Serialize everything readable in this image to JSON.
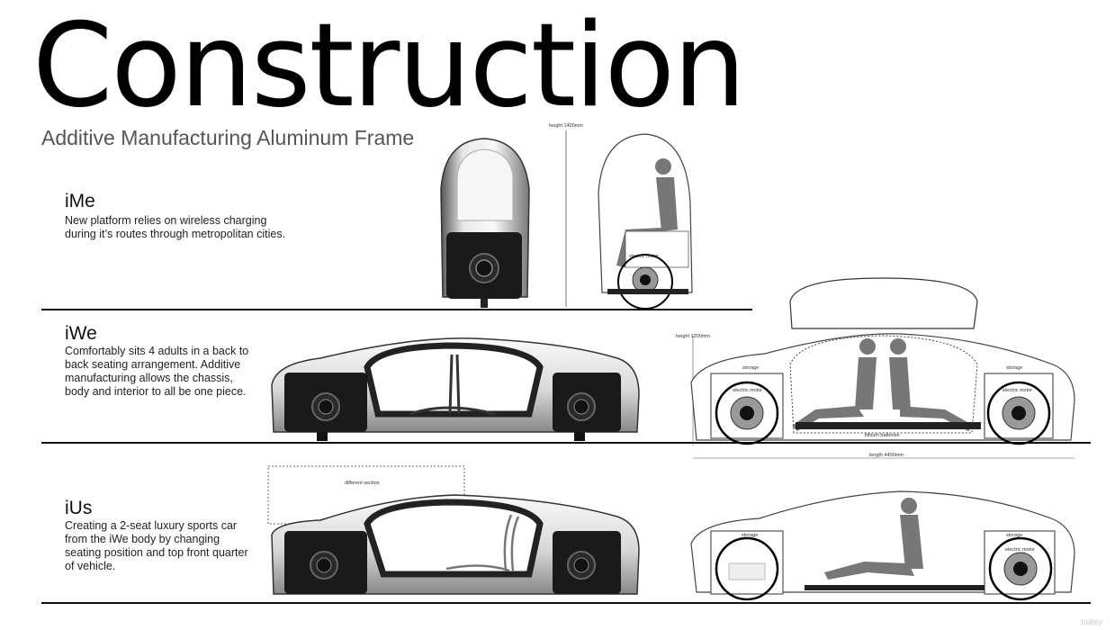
{
  "header": {
    "title": "Construction",
    "subtitle": "Additive Manufacturing Aluminum Frame"
  },
  "sections": [
    {
      "name": "iMe",
      "description": "New platform relies on wireless charging during it’s routes through metropolitan cities."
    },
    {
      "name": "iWe",
      "description": "Comfortably sits 4 adults in a back to back seating arrangement. Additive manufacturing allows the chassis, body and interior to all be one piece."
    },
    {
      "name": "iUs",
      "description": "Creating a 2-seat luxury sports car from the iWe body by changing seating position and top front quarter of vehicle."
    }
  ],
  "labels": {
    "ime_height": "height 1400mm",
    "ime_motor": "electric motor",
    "iwe_height": "height 1200mm",
    "iwe_storage": "storage",
    "iwe_motor": "electric motor",
    "iwe_batteries": "lithium batteries",
    "iwe_length": "length 4400mm",
    "ius_section": "different section",
    "ius_storage": "storage",
    "ius_motor": "electric motor"
  },
  "watermark": "bailey"
}
